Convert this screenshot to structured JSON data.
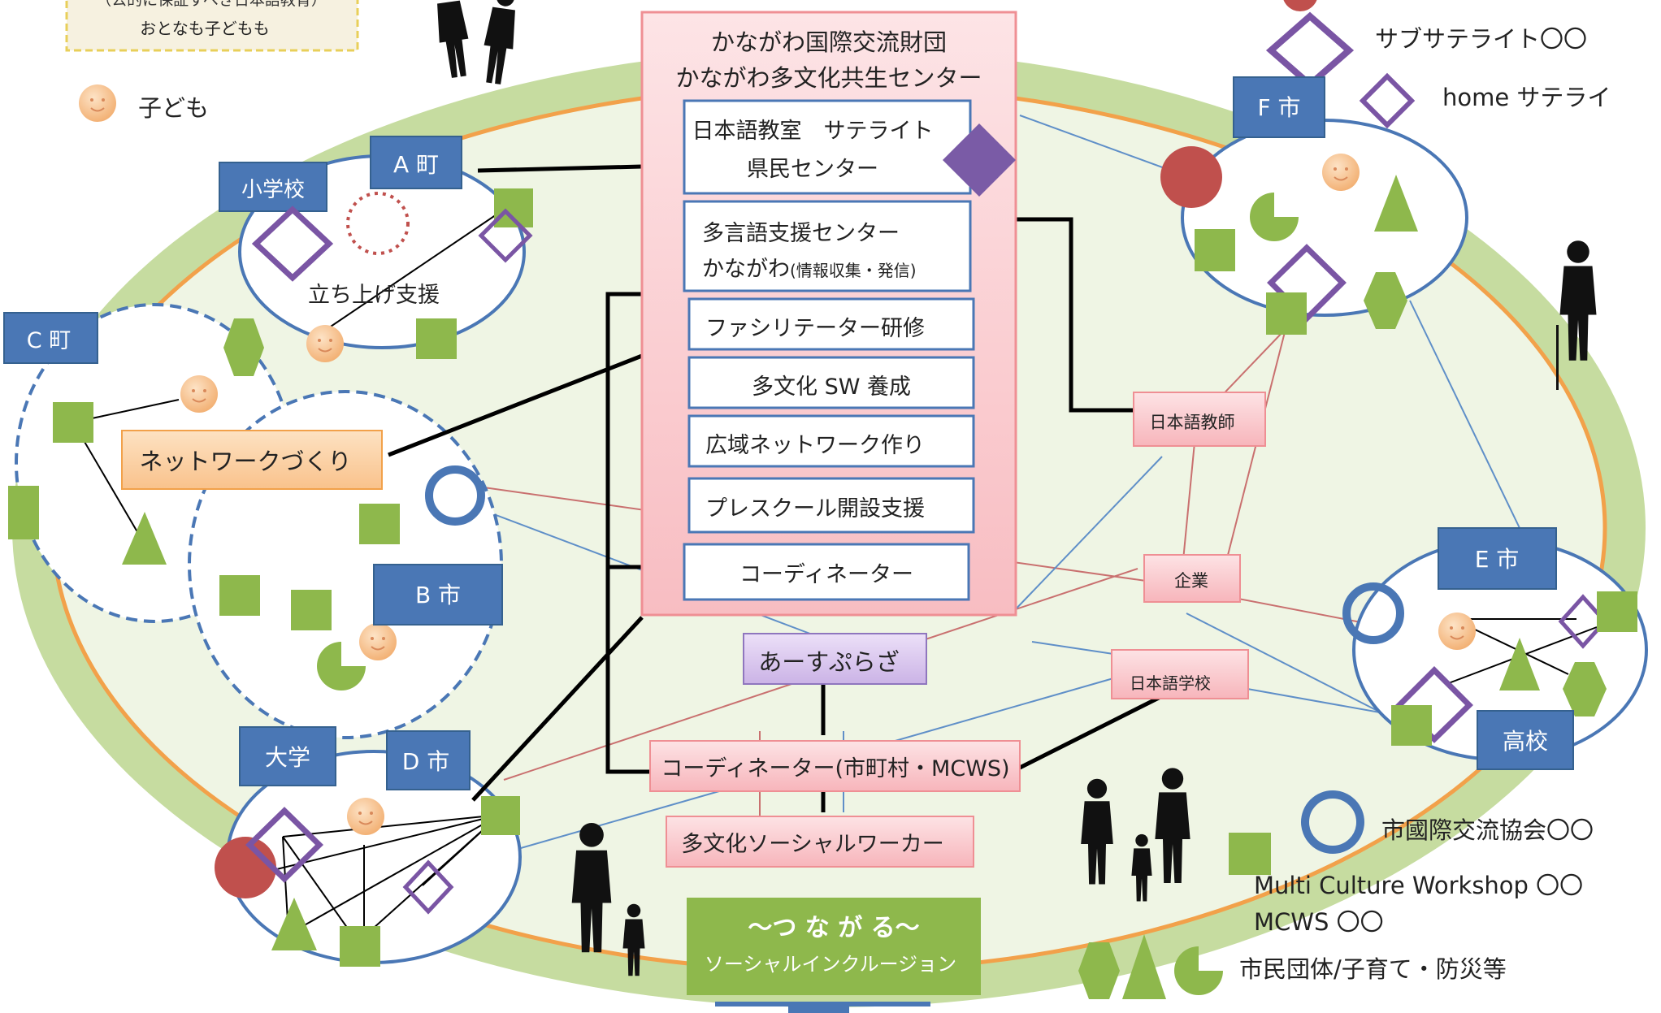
{
  "legend_top": {
    "note_line1": "（公的に保証すべき日本語教育）",
    "note_line2": "おとなも子どもも",
    "child": "子ども",
    "sub_satellite": "サブサテライト〇〇",
    "home_satellite": "home  サテライ"
  },
  "center": {
    "title_line1": "かながわ国際交流財団",
    "title_line2": "かながわ多文化共生センター",
    "box1_line1": "日本語教室　サテライト",
    "box1_line2": "県民センター",
    "box2_line1": "多言語支援センター",
    "box2_line2_main": "かながわ",
    "box2_line2_small": "(情報収集・発信)",
    "box3": "ファシリテーター研修",
    "box4": "多文化 SW 養成",
    "box5": "広域ネットワーク作り",
    "box6": "プレスクール開設支援",
    "box7": "コーディネーター"
  },
  "lower": {
    "asuplaza": "あーすぷらざ",
    "coord_municipal": "コーディネーター(市町村・MCWS)",
    "social_worker": "多文化ソーシャルワーカー",
    "tsunagaru": "～つ な が る～",
    "inclusion": "ソーシャルインクルージョン"
  },
  "places": {
    "a_town": "A 町",
    "elementary": "小学校",
    "startup": "立ち上げ支援",
    "c_town": "C 町",
    "network": "ネットワークづくり",
    "b_city": "B 市",
    "university": "大学",
    "d_city": "D 市",
    "f_city": "F 市",
    "e_city": "E 市",
    "high_school": "高校"
  },
  "nodes": {
    "jp_teacher": "日本語教師",
    "company": "企業",
    "jp_school": "日本語学校"
  },
  "legend_bottom": {
    "intl_assoc": "市國際交流協会〇〇",
    "mcw": "Multi Culture Workshop  〇〇",
    "mcws": "MCWS  〇〇",
    "citizen": "市民団体/子育て・防災等"
  },
  "colors": {
    "outer_green": "#c6dca0",
    "outer_orange": "#f2a14a",
    "inner_fill": "#eff5e4",
    "center_pink": "#fbd0d3",
    "center_border": "#ef8f94",
    "label_blue": "#4a77b5",
    "shape_green": "#8eb84c",
    "diamond_purple": "#7a55a4",
    "red_circle": "#c0504d",
    "face": "#f6c08a",
    "orange_box": "#fcd5a8",
    "lavender": "#d6c3ec"
  }
}
